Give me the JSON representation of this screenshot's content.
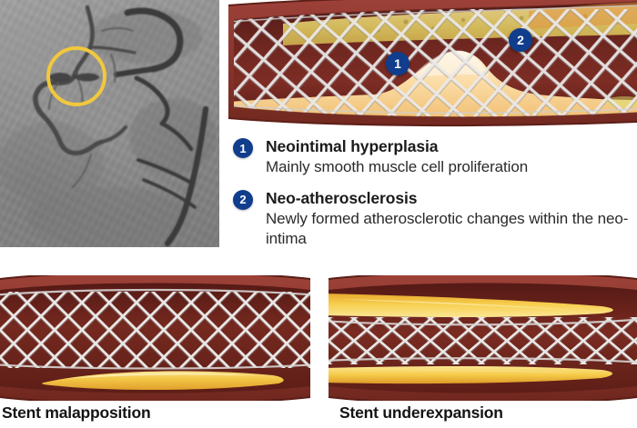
{
  "figure": {
    "panels": {
      "angiogram": {
        "name": "coronary-angiogram",
        "marker": "yellow-circle-highlight",
        "marker_color": "#f2c83c"
      },
      "stent_restenosis": {
        "name": "in-stent-restenosis-cross-section",
        "callouts": [
          {
            "number": "1",
            "target": "neointimal-hyperplasia"
          },
          {
            "number": "2",
            "target": "neo-atherosclerosis"
          }
        ]
      },
      "stent_malapposition": {
        "name": "stent-malapposition-cross-section"
      },
      "stent_underexpansion": {
        "name": "stent-underexpansion-cross-section"
      }
    },
    "colors": {
      "badge_blue": "#103d8c",
      "vessel_wall": "#8f3a34",
      "vessel_inner": "#6b2520",
      "lumen_plaque": "#f0b83a",
      "stent_strut": "#f2f2f2",
      "highlight_yellow": "#f2c83c",
      "text": "#1b1b1b"
    }
  },
  "legend": {
    "items": [
      {
        "number": "1",
        "title": "Neointimal hyperplasia",
        "subtitle": "Mainly smooth muscle cell proliferation"
      },
      {
        "number": "2",
        "title": "Neo-atherosclerosis",
        "subtitle": "Newly formed atherosclerotic changes within the neo-intima"
      }
    ]
  },
  "captions": {
    "malapposition": "Stent malapposition",
    "underexpansion": "Stent underexpansion"
  },
  "overlay_badges": {
    "one": "1",
    "two": "2"
  }
}
